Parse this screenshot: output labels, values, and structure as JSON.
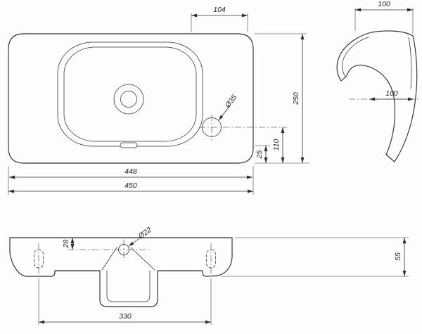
{
  "plan_view": {
    "dim_hole_offset_x": "104",
    "dim_bowl_width": "448",
    "dim_overall_width": "450",
    "dim_edge_to_rim": "25",
    "dim_hole_offset_y": "110",
    "dim_overall_depth": "250",
    "tap_hole_diameter": "Ø35"
  },
  "side_view": {
    "dim_overall_depth_top": "100",
    "dim_inner_depth": "100"
  },
  "front_view": {
    "dim_hole_drop": "28",
    "dim_overall_height": "55",
    "dim_fixing_centres": "330",
    "drain_hole_diameter": "Ø22"
  }
}
